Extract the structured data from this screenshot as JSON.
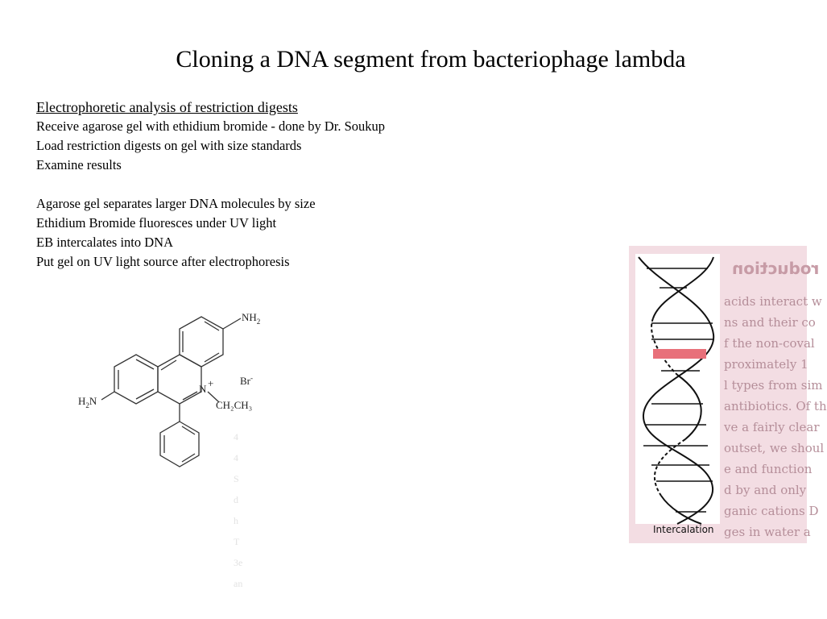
{
  "slide": {
    "title": "Cloning a DNA segment from bacteriophage lambda",
    "section_heading": "Electrophoretic analysis of restriction digests",
    "steps": [
      "Receive agarose gel with ethidium bromide - done by Dr. Soukup",
      "Load restriction digests on gel with size standards",
      "Examine results"
    ],
    "facts": [
      "Agarose gel separates larger DNA molecules by size",
      "Ethidium Bromide fluoresces under UV light",
      "EB intercalates into DNA",
      "Put gel on UV light source after electrophoresis"
    ]
  },
  "structure": {
    "labels": {
      "amine_top": "NH",
      "amine_top_sub": "2",
      "amine_left_prefix": "H",
      "amine_left_sub": "2",
      "amine_left_suffix": "N",
      "nitrogen": "N",
      "charge": "+",
      "counterion": "Br",
      "counterion_charge": "-",
      "ethyl": "CH₂CH₃"
    }
  },
  "book_image": {
    "heading": "roduction",
    "lines": [
      "acids interact w",
      "ns and their co",
      "f the non-coval",
      "proximately 1",
      "l types from sim",
      "antibiotics. Of th",
      "ve a fairly clear",
      "outset, we shoul",
      "e and function",
      "d by and only",
      "ganic cations D",
      "ges in water a"
    ],
    "caption": "Intercalation",
    "accent": "#e8707a"
  },
  "faded_text": [
    "4",
    "4",
    "S",
    "d",
    "h",
    "T",
    "3e",
    "an"
  ]
}
